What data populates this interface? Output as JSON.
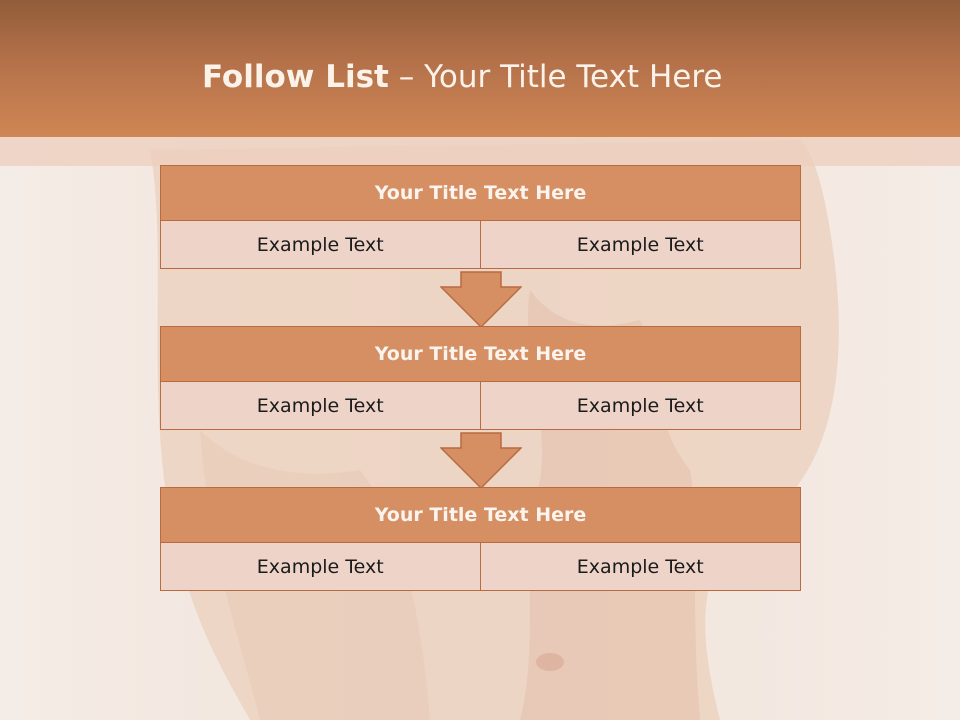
{
  "slide": {
    "title_bold": "Follow List",
    "title_rest": " – Your Title Text Here"
  },
  "steps": [
    {
      "title": "Your Title Text Here",
      "left": "Example Text",
      "right": "Example Text"
    },
    {
      "title": "Your Title Text Here",
      "left": "Example Text",
      "right": "Example Text"
    },
    {
      "title": "Your Title Text Here",
      "left": "Example Text",
      "right": "Example Text"
    }
  ],
  "colors": {
    "header": "#c47b4e",
    "block_title": "#d58f63",
    "block_cell": "#edd3c8",
    "border": "#b96a3f"
  }
}
